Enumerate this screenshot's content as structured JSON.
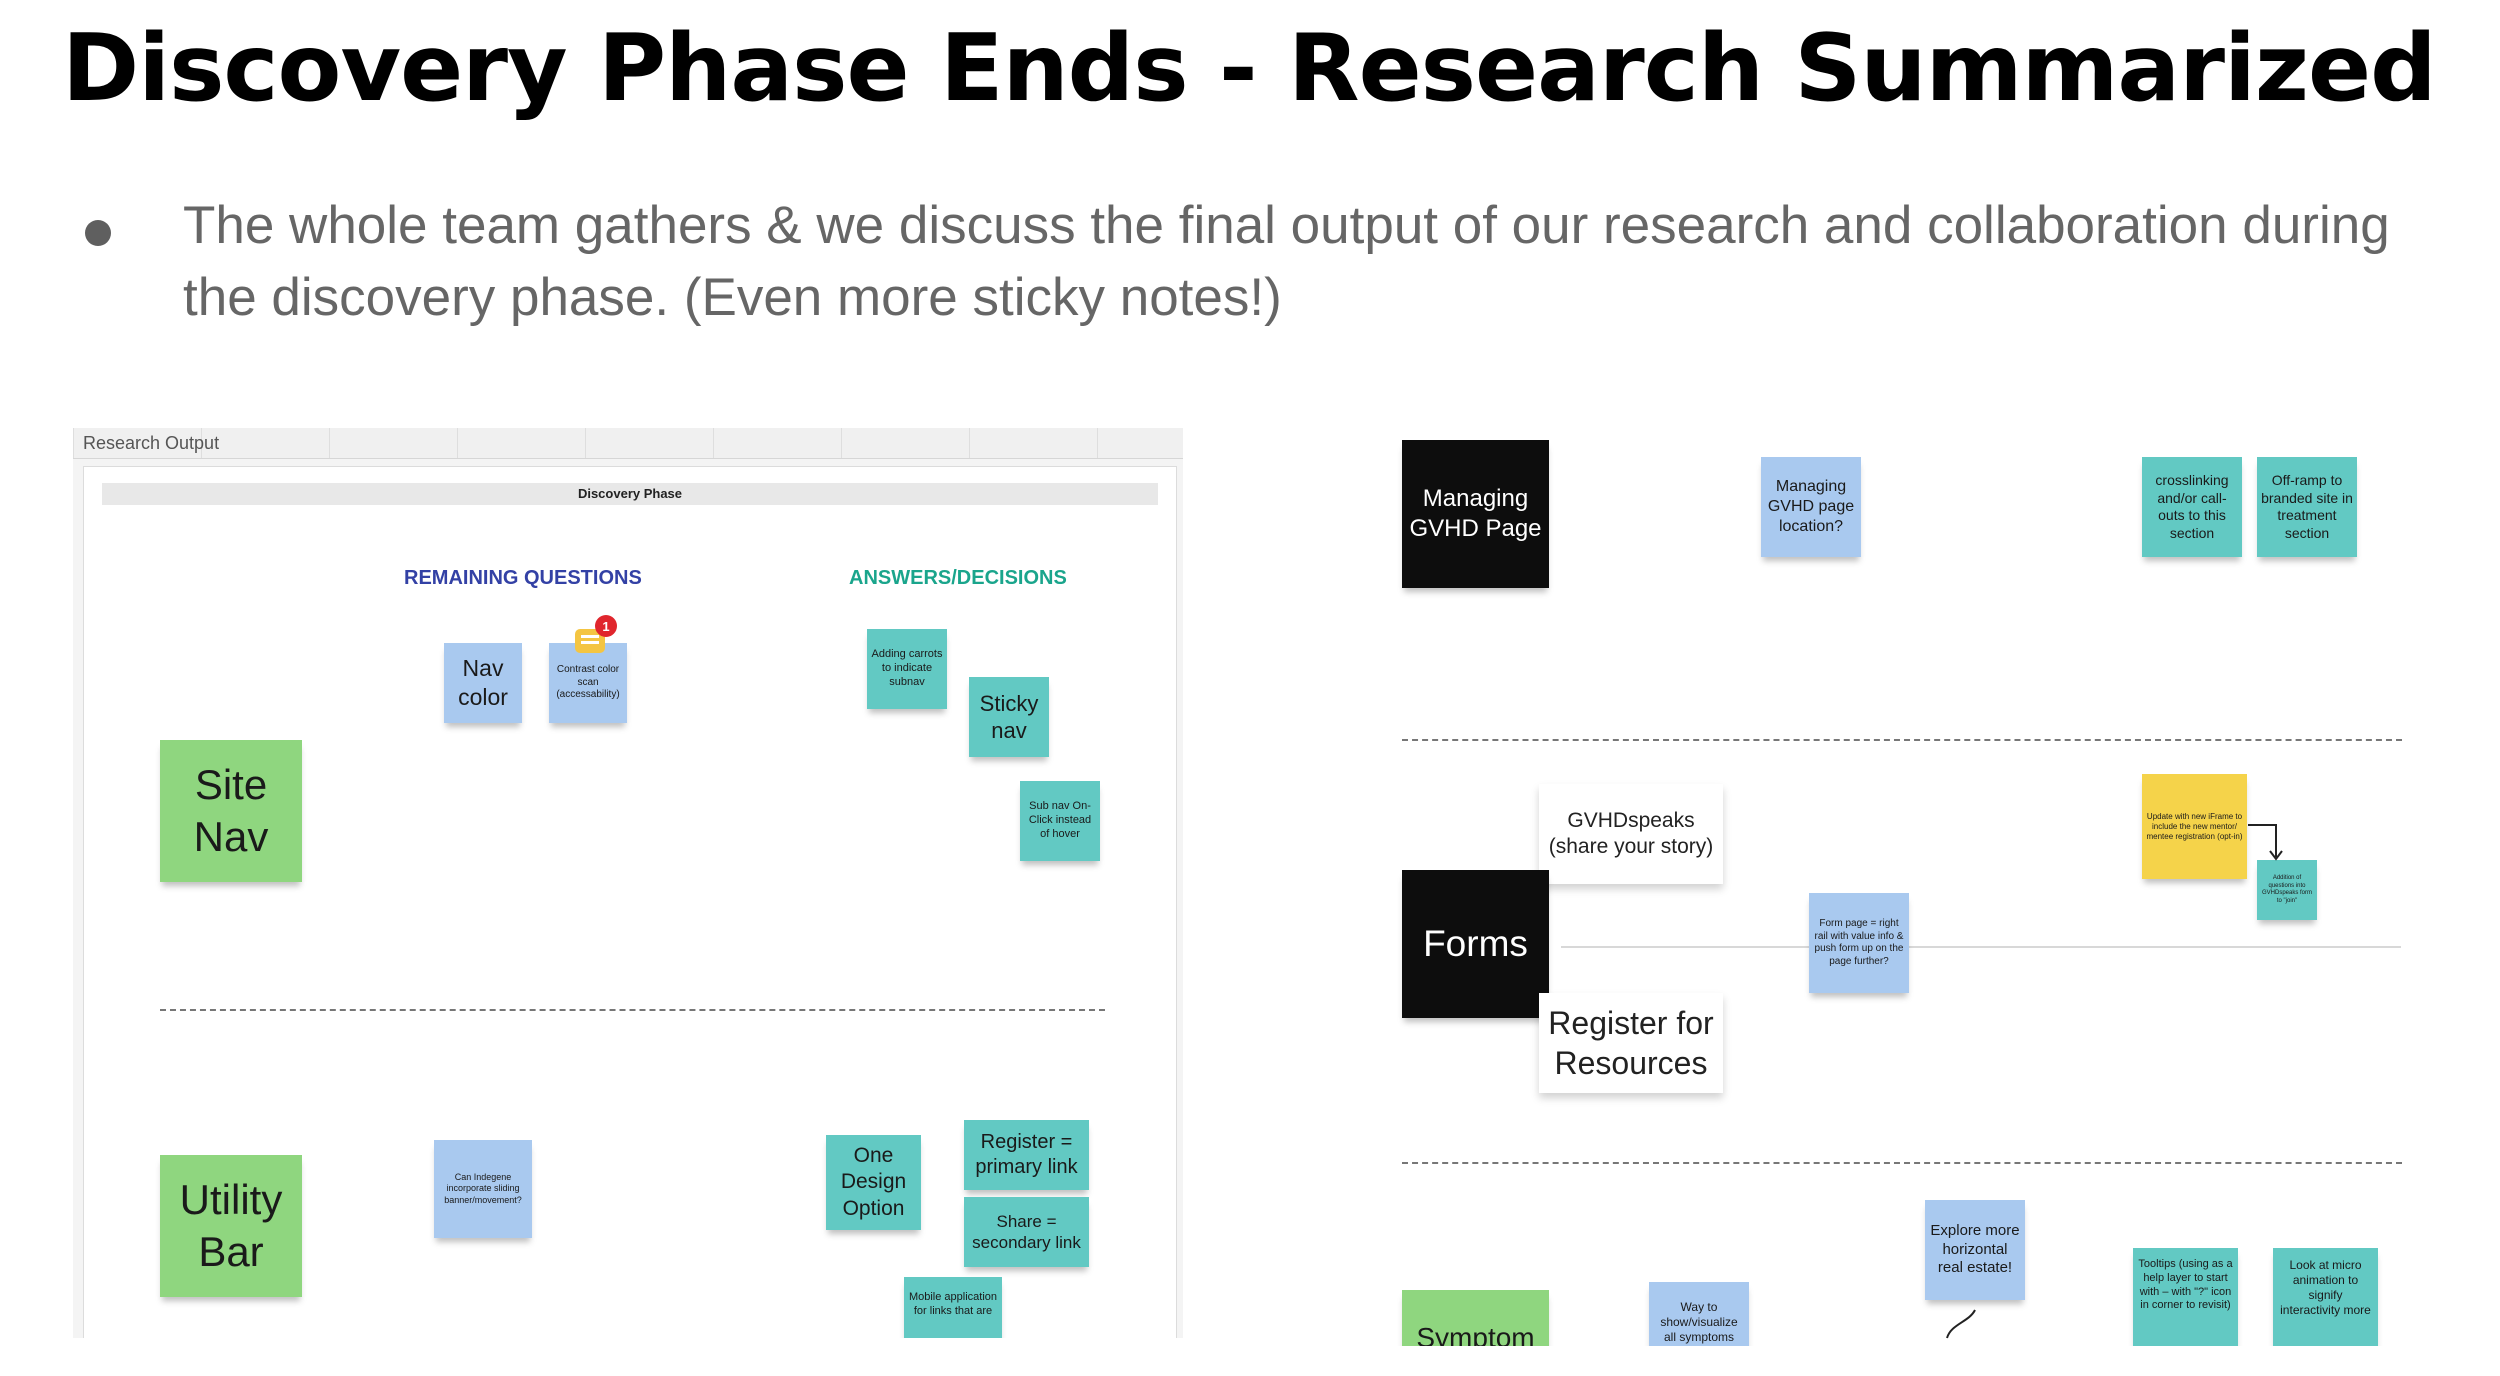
{
  "slide": {
    "title": "Discovery Phase Ends - Research Summarized",
    "bullet": "The whole team gathers & we discuss the final output of our research and collaboration during the discovery phase. (Even more sticky notes!)"
  },
  "left_board": {
    "tab_label": "Research Output",
    "phase_bar": "Discovery Phase",
    "headings": {
      "remaining": "REMAINING QUESTIONS",
      "answers": "ANSWERS/DECISIONS"
    },
    "comment_badge": "1",
    "stickies": {
      "site_nav": "Site Nav",
      "nav_color": "Nav color",
      "contrast": "Contrast color scan (accessability)",
      "adding_carrots": "Adding carrots to indicate subnav",
      "sticky_nav": "Sticky nav",
      "sub_nav": "Sub nav On-Click instead of hover",
      "utility_bar": "Utility Bar",
      "indegene": "Can Indegene incorporate sliding banner/movement?",
      "one_design": "One Design Option",
      "register_primary": "Register = primary link",
      "share_secondary": "Share = secondary link",
      "mobile_app": "Mobile application for links that are"
    }
  },
  "right_board": {
    "stickies": {
      "managing_gvhd": "Managing GVHD Page",
      "managing_location": "Managing GVHD page location?",
      "crosslinking": "crosslinking and/or call-outs to this section",
      "offramp": "Off-ramp to branded site in treatment section",
      "forms": "Forms",
      "gvhdspeaks": "GVHDspeaks (share your story)",
      "register_resources": "Register for Resources",
      "form_page": "Form page = right rail with value info & push form up on the page further?",
      "update_iframe": "Update with new iFrame to include the new mentor/ mentee registration (opt-in)",
      "addition_questions": "Addition of questions into GVHDspeaks form to \"join\"",
      "symptom": "Symptom",
      "way_to_show": "Way to show/visualize all symptoms",
      "explore": "Explore more horizontal real estate!",
      "tooltips": "Tooltips (using as a help layer to start with – with \"?\" icon in corner to revisit)",
      "micro_anim": "Look at micro animation to signify interactivity more"
    }
  },
  "colors": {
    "sticky_blue": "#a9c9ef",
    "sticky_teal": "#62c9c3",
    "sticky_green": "#8fd67f",
    "sticky_yellow": "#f5d34a",
    "heading_blue": "#3341a5",
    "heading_teal": "#1aa58c"
  }
}
